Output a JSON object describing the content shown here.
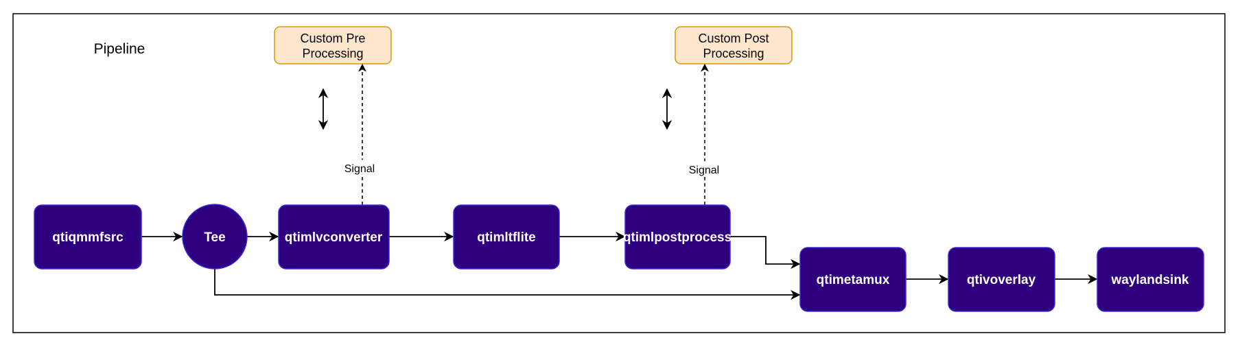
{
  "pipeline_label": "Pipeline",
  "nodes": {
    "qtiqmmfsrc": "qtiqmmfsrc",
    "tee": "Tee",
    "qtimlvconverter": "qtimlvconverter",
    "qtimltflite": "qtimltflite",
    "qtimlpostprocess": "qtimlpostprocess",
    "qtimetamux": "qtimetamux",
    "qtivoverlay": "qtivoverlay",
    "waylandsink": "waylandsink"
  },
  "custom_pre": [
    "Custom Pre",
    "Processing"
  ],
  "custom_post": [
    "Custom Post",
    "Processing"
  ],
  "signal_label": "Signal",
  "colors": {
    "node_fill": "#2e0080",
    "node_stroke": "#3b2bd8",
    "custom_fill": "#ffe6cc",
    "custom_stroke": "#d79b00",
    "line": "#000000",
    "frame": "#000000"
  }
}
